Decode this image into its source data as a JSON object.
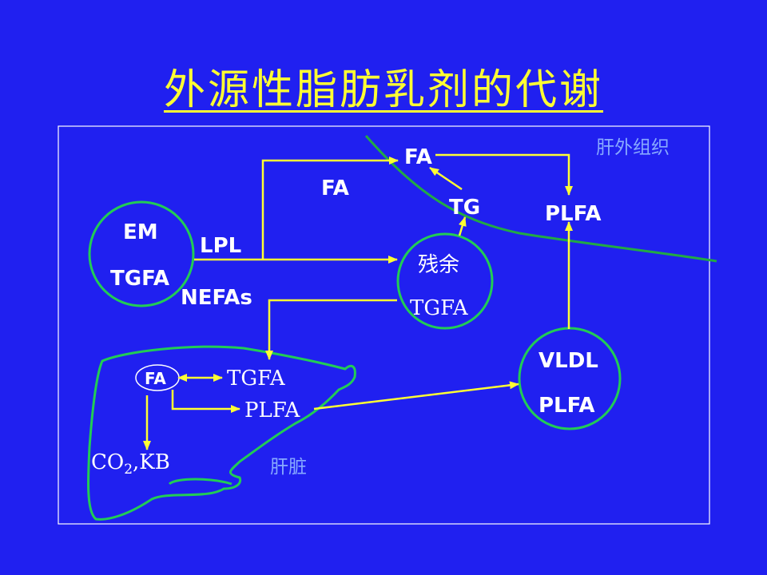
{
  "title": "外源性脂肪乳剂的代谢",
  "regions": {
    "extrahepatic": "肝外组织",
    "liver": "肝脏"
  },
  "labels": {
    "fa_top": "FA",
    "fa_mid": "FA",
    "tg": "TG",
    "plfa_top": "PLFA",
    "em": "EM",
    "tgfa_em": "TGFA",
    "lpl": "LPL",
    "nefas": "NEFAs",
    "remnant_cn": "残余",
    "remnant_tgfa": "TGFA",
    "vldl": "VLDL",
    "vldl_plfa": "PLFA",
    "liver_fa": "FA",
    "liver_tgfa": "TGFA",
    "liver_plfa": "PLFA",
    "co2_main": "CO",
    "co2_sub": "2",
    "co2_kb": ",KB"
  },
  "colors": {
    "background": "#2020f0",
    "title": "#ffff33",
    "arrow": "#ffff33",
    "circle": "#22cc55",
    "boundary": "#22aa44",
    "text": "#ffffff",
    "region_label": "#88aaff"
  }
}
